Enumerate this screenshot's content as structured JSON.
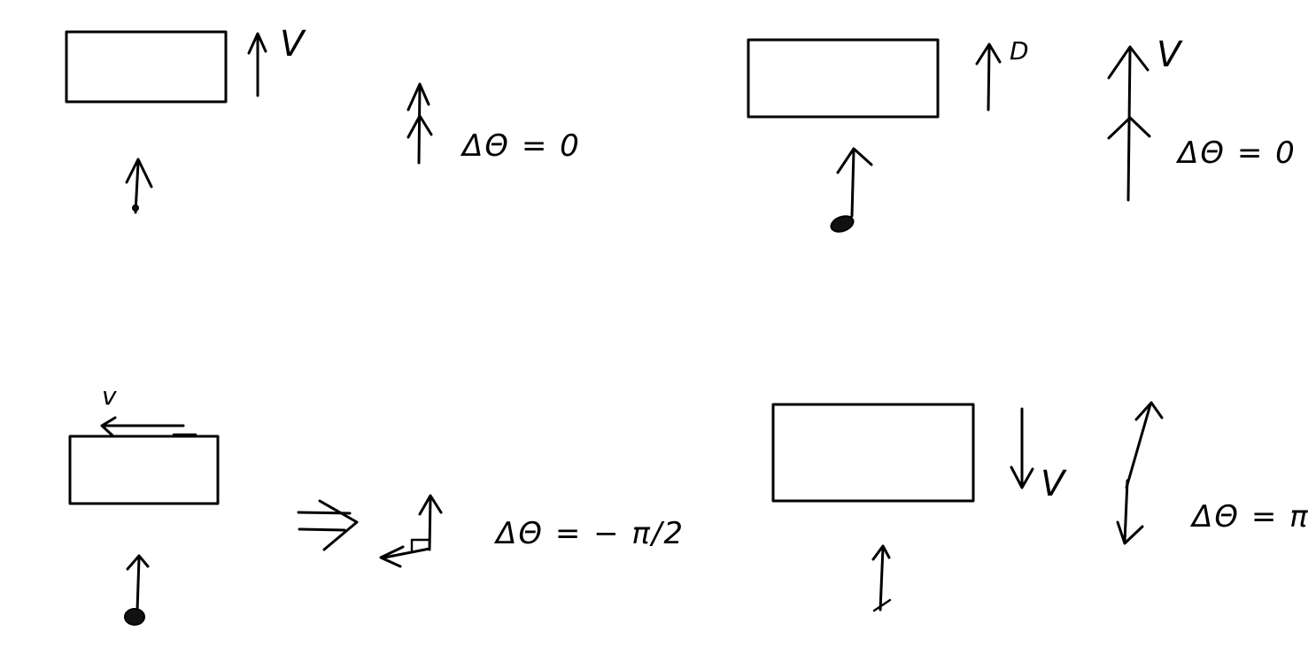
{
  "panels": [
    {
      "id": "top-left",
      "velocity_label": "V",
      "relative_label": "",
      "equation": "ΔΘ = 0"
    },
    {
      "id": "top-right",
      "velocity_label": "V",
      "relative_label": "D",
      "equation": "ΔΘ = 0"
    },
    {
      "id": "bottom-left",
      "velocity_label": "v",
      "relative_label": "",
      "equation": "ΔΘ = − π/2"
    },
    {
      "id": "bottom-right",
      "velocity_label": "V",
      "relative_label": "",
      "equation": "ΔΘ = π"
    }
  ],
  "implies_symbol": "⇒"
}
